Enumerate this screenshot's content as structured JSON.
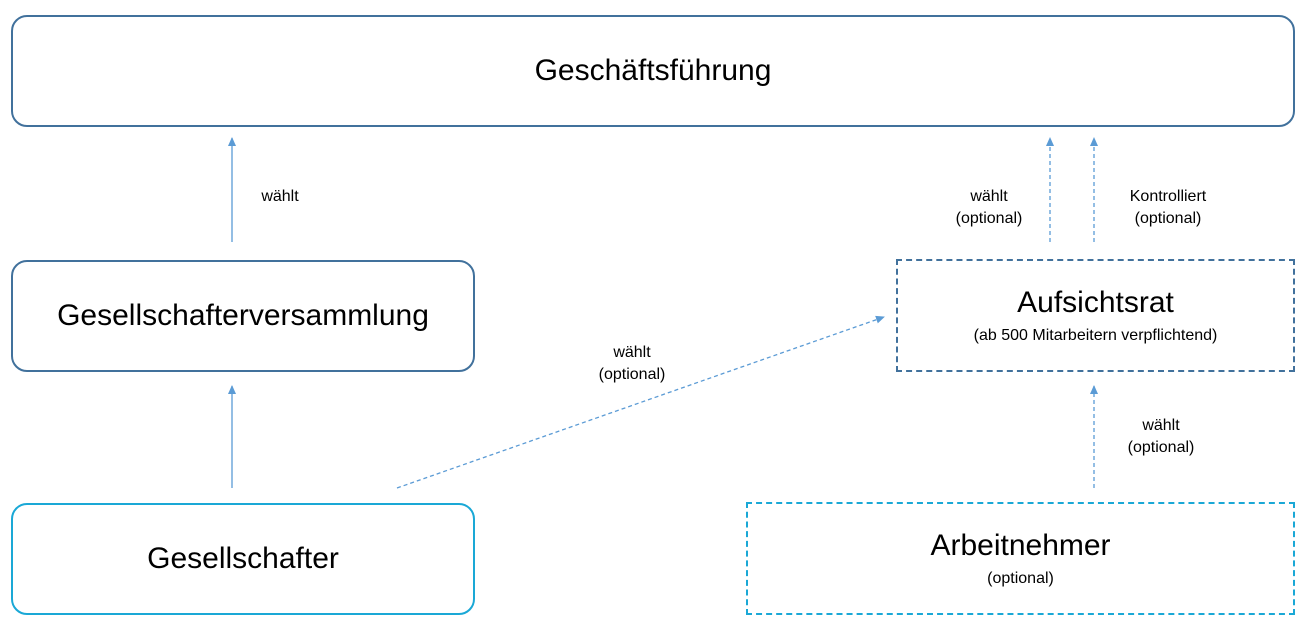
{
  "boxes": {
    "geschaeftsfuehrung": {
      "title": "Geschäftsführung"
    },
    "gesellschafterversammlung": {
      "title": "Gesellschafterversammlung"
    },
    "aufsichtsrat": {
      "title": "Aufsichtsrat",
      "subtitle": "(ab 500 Mitarbeitern verpflichtend)"
    },
    "gesellschafter": {
      "title": "Gesellschafter"
    },
    "arbeitnehmer": {
      "title": "Arbeitnehmer",
      "subtitle": "(optional)"
    }
  },
  "edges": {
    "gv_to_gf": {
      "line1": "wählt"
    },
    "ar_to_gf_waehlt": {
      "line1": "wählt",
      "line2": "(optional)"
    },
    "ar_to_gf_kontrolliert": {
      "line1": "Kontrolliert",
      "line2": "(optional)"
    },
    "gs_to_ar": {
      "line1": "wählt",
      "line2": "(optional)"
    },
    "an_to_ar": {
      "line1": "wählt",
      "line2": "(optional)"
    }
  },
  "colors": {
    "box_border_dark": "#41719c",
    "box_border_cyan": "#1aa8d6",
    "arrow": "#5b9bd5"
  }
}
